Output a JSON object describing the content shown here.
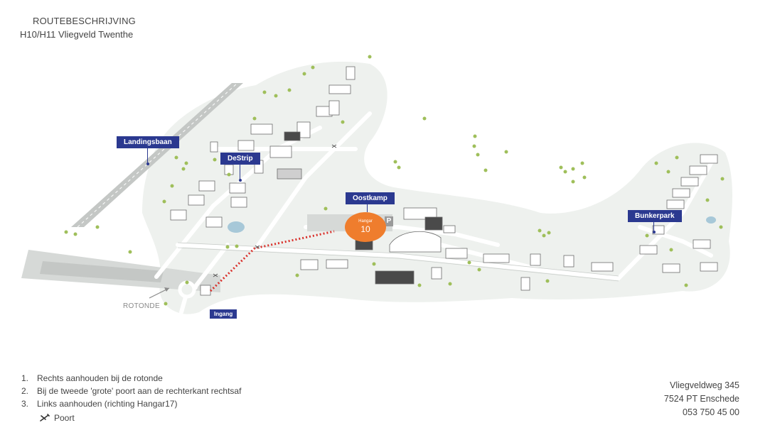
{
  "header": {
    "line1": "ROUTEBESCHRIJVING",
    "line2": "H10/H11 Vliegveld Twenthe"
  },
  "map_labels": {
    "landingsbaan": "Landingsbaan",
    "destrip": "DeStrip",
    "oostkamp": "Oostkamp",
    "bunkerpark": "Bunkerpark",
    "ingang": "Ingang",
    "rotonde": "ROTONDE",
    "p_sign": "P"
  },
  "hangar": {
    "label": "Hangar",
    "number": "10"
  },
  "colors": {
    "ground": "#eef1ee",
    "road": "#ffffff",
    "road_edge": "#c9cdca",
    "runway": "#c4c7c5",
    "label_blue": "#2b3990",
    "hangar_orange": "#ef7d2d",
    "route_red": "#d9302b",
    "tree": "#9fbf5a",
    "water": "#a7c8d8"
  },
  "directions": [
    {
      "num": "1.",
      "text": "Rechts aanhouden bij de rotonde"
    },
    {
      "num": "2.",
      "text": "Bij de tweede 'grote' poort aan de rechterkant rechtsaf"
    },
    {
      "num": "3.",
      "text": "Links aanhouden (richting Hangar17)"
    }
  ],
  "legend": {
    "icon": "gate-icon",
    "label": "Poort"
  },
  "address": {
    "street": "Vliegveldweg 345",
    "city": "7524 PT Enschede",
    "phone": "053 750 45 00"
  }
}
